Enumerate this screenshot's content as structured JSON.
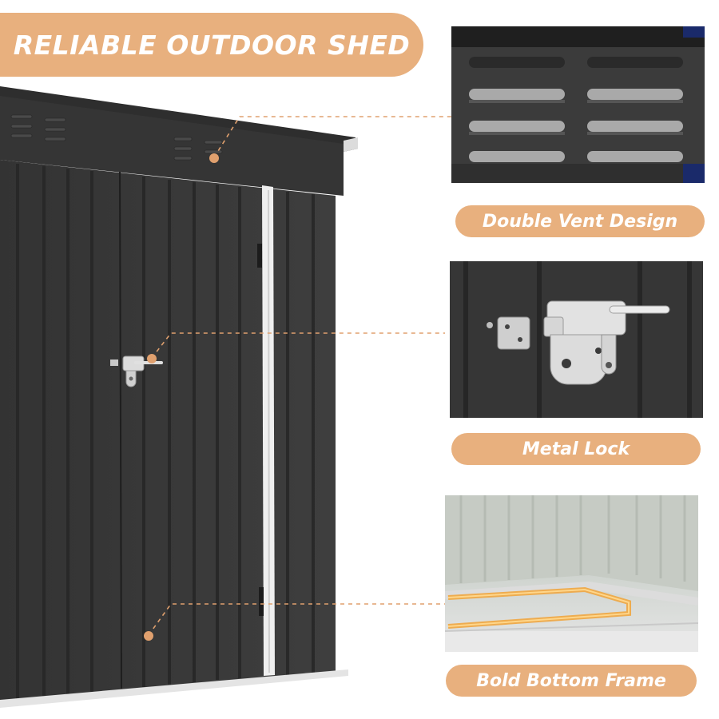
{
  "headline": "RELIABLE OUTDOOR SHED",
  "features": [
    {
      "label": "Double Vent Design",
      "icon": "vent-detail-icon"
    },
    {
      "label": "Metal Lock",
      "icon": "lock-detail-icon"
    },
    {
      "label": "Bold Bottom Frame",
      "icon": "frame-detail-icon"
    }
  ],
  "colors": {
    "accent": "#e8b07e",
    "shed_body": "#3a3a3a",
    "trim": "#e9e9e9",
    "callout_line": "#e0a06e",
    "floor_glow": "#f0a640"
  }
}
